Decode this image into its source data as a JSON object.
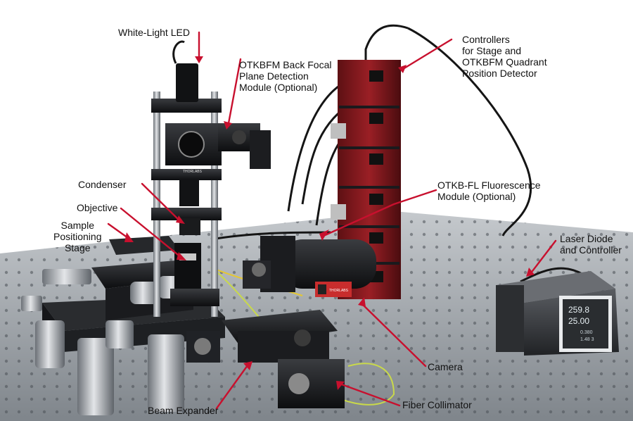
{
  "labels": {
    "led": [
      "White-Light LED"
    ],
    "bfp": [
      "OTKBFM Back Focal",
      "Plane Detection",
      "Module (Optional)"
    ],
    "controllers": [
      "Controllers",
      "for Stage and",
      "OTKBFM Quadrant",
      "Position Detector"
    ],
    "condenser": [
      "Condenser"
    ],
    "objective": [
      "Objective"
    ],
    "sample_stage": [
      "Sample",
      "Positioning",
      "Stage"
    ],
    "fluorescence": [
      "OTKB-FL Fluorescence",
      "Module (Optional)"
    ],
    "laser": [
      "Laser Diode",
      "and Controller"
    ],
    "camera": [
      "Camera"
    ],
    "beam_expander": [
      "Beam Expander"
    ],
    "fiber_collimator": [
      "Fiber Collimator"
    ]
  },
  "device_text": {
    "thorlabs_brand": "THORLABS",
    "display_line1": "259.8",
    "display_line2": "25.00",
    "display_line3": "0.380",
    "display_line4": "1.48 3"
  },
  "colors": {
    "arrow": "#c8102e",
    "controller_red": "#8e1a1f",
    "table_gray": "#9aa0a6"
  }
}
